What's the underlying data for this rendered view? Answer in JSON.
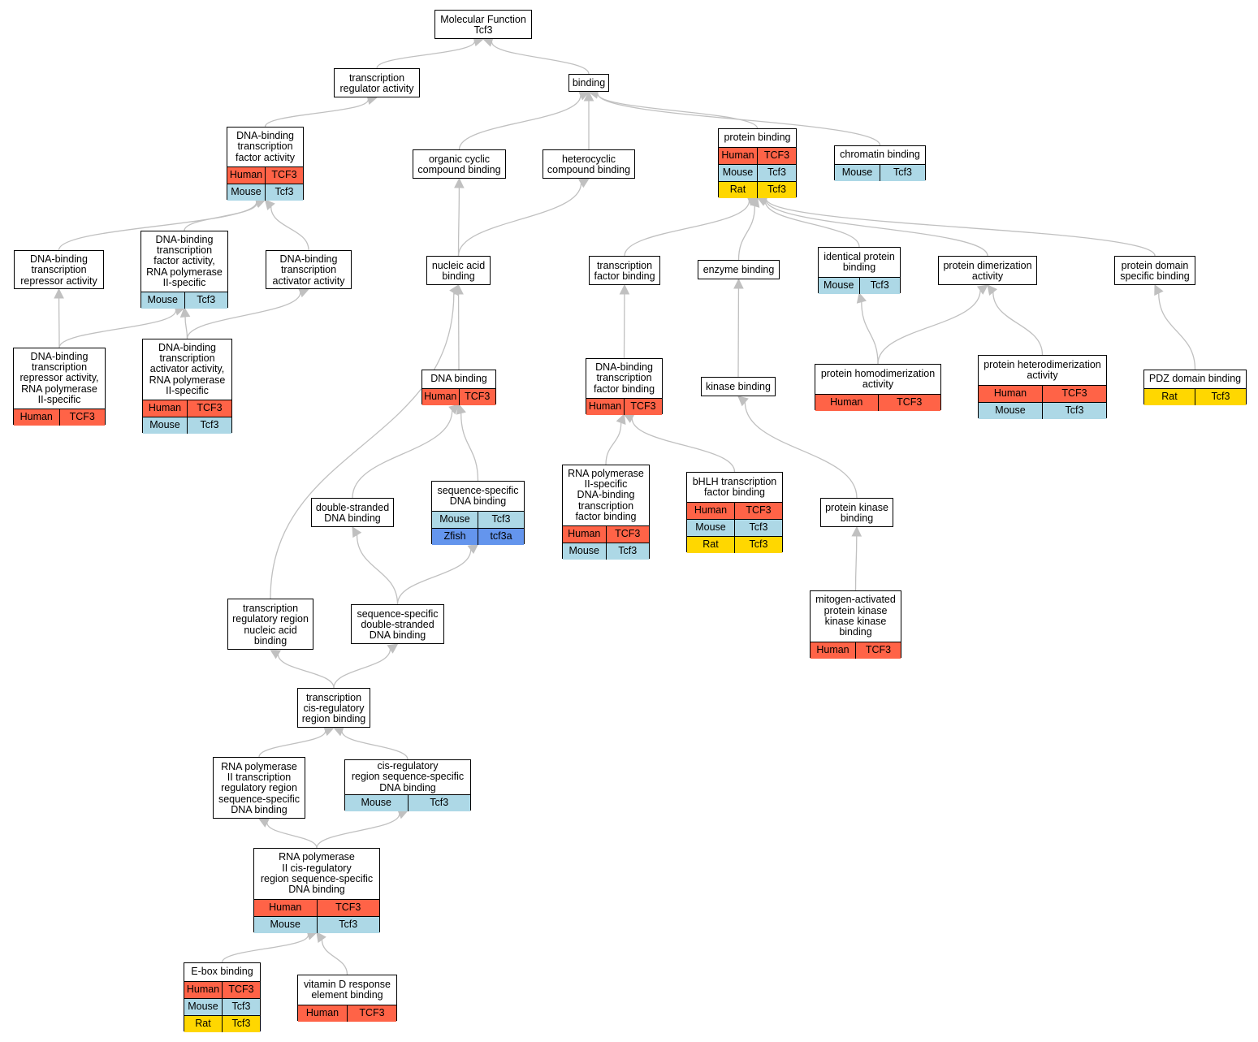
{
  "colors": {
    "Human": "#ff6347",
    "Mouse": "#add8e6",
    "Rat": "#ffd700",
    "Zfish": "#6495ed",
    "edge": "#c0c0c0"
  },
  "nodes": [
    {
      "id": "mf",
      "label": "Molecular Function\nTcf3",
      "rows": []
    },
    {
      "id": "tra",
      "label": "transcription\nregulator activity",
      "rows": []
    },
    {
      "id": "binding",
      "label": "binding",
      "rows": []
    },
    {
      "id": "dbtfa",
      "label": "DNA-binding\ntranscription\nfactor activity",
      "rows": [
        [
          "Human",
          "TCF3"
        ],
        [
          "Mouse",
          "Tcf3"
        ]
      ]
    },
    {
      "id": "ocb",
      "label": "organic cyclic\ncompound binding",
      "rows": []
    },
    {
      "id": "hcb",
      "label": "heterocyclic\ncompound binding",
      "rows": []
    },
    {
      "id": "pb",
      "label": "protein binding",
      "rows": [
        [
          "Human",
          "TCF3"
        ],
        [
          "Mouse",
          "Tcf3"
        ],
        [
          "Rat",
          "Tcf3"
        ]
      ]
    },
    {
      "id": "cb",
      "label": "chromatin binding",
      "rows": [
        [
          "Mouse",
          "Tcf3"
        ]
      ]
    },
    {
      "id": "dbtra",
      "label": "DNA-binding\ntranscription\nrepressor activity",
      "rows": []
    },
    {
      "id": "dbtfarnap",
      "label": "DNA-binding\ntranscription\nfactor activity,\nRNA polymerase\nII-specific",
      "rows": [
        [
          "Mouse",
          "Tcf3"
        ]
      ]
    },
    {
      "id": "dbtaa",
      "label": "DNA-binding\ntranscription\nactivator activity",
      "rows": []
    },
    {
      "id": "nab",
      "label": "nucleic acid\nbinding",
      "rows": []
    },
    {
      "id": "tfb",
      "label": "transcription\nfactor binding",
      "rows": []
    },
    {
      "id": "eb",
      "label": "enzyme binding",
      "rows": []
    },
    {
      "id": "ipb",
      "label": "identical protein\nbinding",
      "rows": [
        [
          "Mouse",
          "Tcf3"
        ]
      ]
    },
    {
      "id": "pda",
      "label": "protein dimerization\nactivity",
      "rows": []
    },
    {
      "id": "pdsb",
      "label": "protein domain\nspecific binding",
      "rows": []
    },
    {
      "id": "dbtrarnap",
      "label": "DNA-binding\ntranscription\nrepressor activity,\nRNA polymerase\nII-specific",
      "rows": [
        [
          "Human",
          "TCF3"
        ]
      ]
    },
    {
      "id": "dbtaarnap",
      "label": "DNA-binding\ntranscription\nactivator activity,\nRNA polymerase\nII-specific",
      "rows": [
        [
          "Human",
          "TCF3"
        ],
        [
          "Mouse",
          "Tcf3"
        ]
      ]
    },
    {
      "id": "db",
      "label": "DNA binding",
      "rows": [
        [
          "Human",
          "TCF3"
        ]
      ]
    },
    {
      "id": "dbtfb",
      "label": "DNA-binding\ntranscription\nfactor binding",
      "rows": [
        [
          "Human",
          "TCF3"
        ]
      ]
    },
    {
      "id": "kb",
      "label": "kinase binding",
      "rows": []
    },
    {
      "id": "phda",
      "label": "protein homodimerization\nactivity",
      "rows": [
        [
          "Human",
          "TCF3"
        ]
      ]
    },
    {
      "id": "phtda",
      "label": "protein heterodimerization\nactivity",
      "rows": [
        [
          "Human",
          "TCF3"
        ],
        [
          "Mouse",
          "Tcf3"
        ]
      ]
    },
    {
      "id": "pdzb",
      "label": "PDZ domain binding",
      "rows": [
        [
          "Rat",
          "Tcf3"
        ]
      ]
    },
    {
      "id": "dsdb",
      "label": "double-stranded\nDNA binding",
      "rows": []
    },
    {
      "id": "ssdb",
      "label": "sequence-specific\nDNA binding",
      "rows": [
        [
          "Mouse",
          "Tcf3"
        ],
        [
          "Zfish",
          "tcf3a"
        ]
      ]
    },
    {
      "id": "rnapdbtfb",
      "label": "RNA polymerase\nII-specific\nDNA-binding\ntranscription\nfactor binding",
      "rows": [
        [
          "Human",
          "TCF3"
        ],
        [
          "Mouse",
          "Tcf3"
        ]
      ]
    },
    {
      "id": "bhlh",
      "label": "bHLH transcription\nfactor binding",
      "rows": [
        [
          "Human",
          "TCF3"
        ],
        [
          "Mouse",
          "Tcf3"
        ],
        [
          "Rat",
          "Tcf3"
        ]
      ]
    },
    {
      "id": "pkb",
      "label": "protein kinase\nbinding",
      "rows": []
    },
    {
      "id": "trrnab",
      "label": "transcription\nregulatory region\nnucleic acid\nbinding",
      "rows": []
    },
    {
      "id": "ssdsdb",
      "label": "sequence-specific\ndouble-stranded\nDNA binding",
      "rows": []
    },
    {
      "id": "mapkkkb",
      "label": "mitogen-activated\nprotein kinase\nkinase kinase\nbinding",
      "rows": [
        [
          "Human",
          "TCF3"
        ]
      ]
    },
    {
      "id": "tcrrb",
      "label": "transcription\ncis-regulatory\nregion binding",
      "rows": []
    },
    {
      "id": "rnaptrrssdb",
      "label": "RNA polymerase\nII transcription\nregulatory region\nsequence-specific\nDNA binding",
      "rows": []
    },
    {
      "id": "crrssdb",
      "label": "cis-regulatory\nregion sequence-specific\nDNA binding",
      "rows": [
        [
          "Mouse",
          "Tcf3"
        ]
      ]
    },
    {
      "id": "rnapcrrssdb",
      "label": "RNA polymerase\nII cis-regulatory\nregion sequence-specific\nDNA binding",
      "rows": [
        [
          "Human",
          "TCF3"
        ],
        [
          "Mouse",
          "Tcf3"
        ]
      ]
    },
    {
      "id": "ebox",
      "label": "E-box binding",
      "rows": [
        [
          "Human",
          "TCF3"
        ],
        [
          "Mouse",
          "Tcf3"
        ],
        [
          "Rat",
          "Tcf3"
        ]
      ]
    },
    {
      "id": "vdre",
      "label": "vitamin D response\nelement binding",
      "rows": [
        [
          "Human",
          "TCF3"
        ]
      ]
    }
  ],
  "edges": [
    [
      "tra",
      "mf"
    ],
    [
      "binding",
      "mf"
    ],
    [
      "dbtfa",
      "tra"
    ],
    [
      "ocb",
      "binding"
    ],
    [
      "hcb",
      "binding"
    ],
    [
      "pb",
      "binding"
    ],
    [
      "cb",
      "binding"
    ],
    [
      "dbtra",
      "dbtfa"
    ],
    [
      "dbtfarnap",
      "dbtfa"
    ],
    [
      "dbtaa",
      "dbtfa"
    ],
    [
      "nab",
      "ocb"
    ],
    [
      "nab",
      "hcb"
    ],
    [
      "tfb",
      "pb"
    ],
    [
      "eb",
      "pb"
    ],
    [
      "ipb",
      "pb"
    ],
    [
      "pda",
      "pb"
    ],
    [
      "pdsb",
      "pb"
    ],
    [
      "dbtrarnap",
      "dbtra"
    ],
    [
      "dbtrarnap",
      "dbtfarnap"
    ],
    [
      "dbtaarnap",
      "dbtfarnap"
    ],
    [
      "dbtaarnap",
      "dbtaa"
    ],
    [
      "db",
      "nab"
    ],
    [
      "trrnab",
      "nab"
    ],
    [
      "dbtfb",
      "tfb"
    ],
    [
      "kb",
      "eb"
    ],
    [
      "phda",
      "ipb"
    ],
    [
      "phda",
      "pda"
    ],
    [
      "phtda",
      "pda"
    ],
    [
      "pdzb",
      "pdsb"
    ],
    [
      "dsdb",
      "db"
    ],
    [
      "ssdb",
      "db"
    ],
    [
      "rnapdbtfb",
      "dbtfb"
    ],
    [
      "bhlh",
      "dbtfb"
    ],
    [
      "pkb",
      "kb"
    ],
    [
      "mapkkkb",
      "pkb"
    ],
    [
      "ssdsdb",
      "dsdb"
    ],
    [
      "ssdsdb",
      "ssdb"
    ],
    [
      "tcrrb",
      "trrnab"
    ],
    [
      "tcrrb",
      "ssdsdb"
    ],
    [
      "rnaptrrssdb",
      "tcrrb"
    ],
    [
      "crrssdb",
      "tcrrb"
    ],
    [
      "rnapcrrssdb",
      "rnaptrrssdb"
    ],
    [
      "rnapcrrssdb",
      "crrssdb"
    ],
    [
      "ebox",
      "rnapcrrssdb"
    ],
    [
      "vdre",
      "rnapcrrssdb"
    ]
  ]
}
